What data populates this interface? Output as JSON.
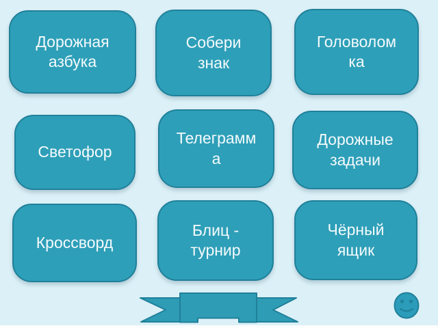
{
  "theme": {
    "bg": "#dcf0f7",
    "button_fill": "#2e9fb8",
    "button_border": "#20809a",
    "text_color": "#f4fafc",
    "ribbon_fill": "#2e9cb5",
    "shape_border": "#20809a",
    "smiley_fill": "#2b9cba"
  },
  "buttons": [
    {
      "id": "road-alphabet",
      "label": "Дорожная\nазбука"
    },
    {
      "id": "assemble-sign",
      "label": "Собери\nзнак"
    },
    {
      "id": "puzzle",
      "label": "Головолом\nка"
    },
    {
      "id": "traffic-light",
      "label": "Светофор"
    },
    {
      "id": "telegram",
      "label": "Телеграмм\nа"
    },
    {
      "id": "road-tasks",
      "label": "Дорожные\nзадачи"
    },
    {
      "id": "crossword",
      "label": "Кроссворд"
    },
    {
      "id": "blitz-tournament",
      "label": "Блиц -\nтурнир"
    },
    {
      "id": "black-box",
      "label": "Чёрный\nящик"
    }
  ],
  "decorations": {
    "ribbon_banner": {
      "name": "ribbon-banner"
    },
    "smiley": {
      "name": "smiley-face-icon"
    }
  }
}
